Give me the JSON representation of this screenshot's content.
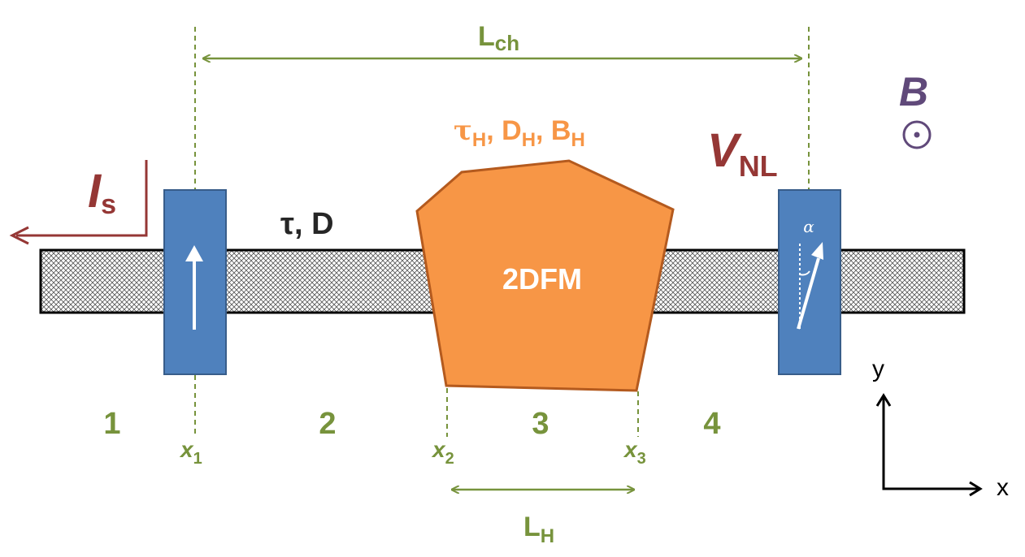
{
  "labels": {
    "channel_length": "L",
    "channel_length_sub": "ch",
    "field": "B",
    "field_symbol": "⊙",
    "region_params_prefix_tau": "τ",
    "region_params_sub_h1": "H",
    "region_params_d": ", D",
    "region_params_sub_h2": "H",
    "region_params_b": ", B",
    "region_params_sub_h3": "H",
    "nonlocal_voltage": "V",
    "nonlocal_voltage_sub": "NL",
    "spin_current": "I",
    "spin_current_sub": "s",
    "channel_params": "τ, D",
    "ferromagnet": "2DFM",
    "angle": "α",
    "region_1": "1",
    "region_2": "2",
    "region_3": "3",
    "region_4": "4",
    "x1": "x",
    "x1_sub": "1",
    "x2": "x",
    "x2_sub": "2",
    "x3": "x",
    "x3_sub": "3",
    "fm_length": "L",
    "fm_length_sub": "H",
    "axis_y": "y",
    "axis_x": "x"
  },
  "colors": {
    "green": "#77933c",
    "orange": "#f79646",
    "orange_edge": "#b45a1e",
    "blue": "#4f81bd",
    "blue_edge": "#385d8a",
    "red": "#953735",
    "purple": "#60497a",
    "dark": "#262626"
  }
}
